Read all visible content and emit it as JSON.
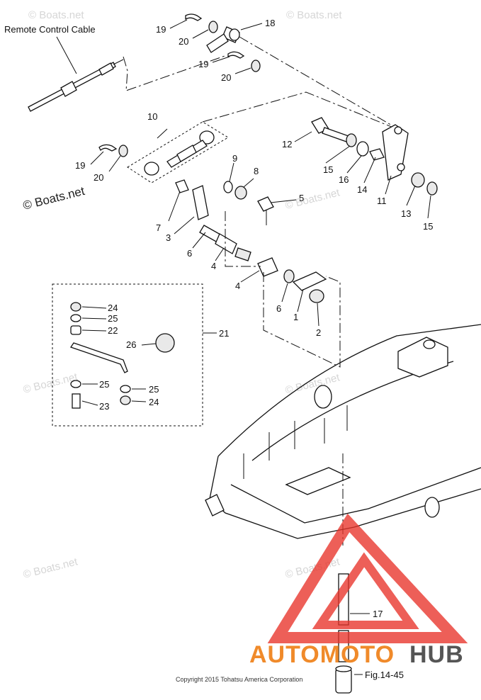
{
  "cable_label": "Remote Control Cable",
  "figure_ref": "Fig.14-45",
  "copyright": "Copyright 2015 Tohatsu America Corporation",
  "watermark": "© Boats.net",
  "brand": {
    "part1": "AUTOMOTO",
    "part2": "HUB",
    "color1": "#f08a2a",
    "color2": "#555555",
    "logo_color": "#e8332a"
  },
  "callouts": {
    "c1": "1",
    "c2": "2",
    "c3": "3",
    "c4a": "4",
    "c4b": "4",
    "c5": "5",
    "c6a": "6",
    "c6b": "6",
    "c7": "7",
    "c8": "8",
    "c9": "9",
    "c10": "10",
    "c11": "11",
    "c12": "12",
    "c13": "13",
    "c14": "14",
    "c15a": "15",
    "c15b": "15",
    "c16": "16",
    "c17": "17",
    "c18": "18",
    "c19a": "19",
    "c19b": "19",
    "c19c": "19",
    "c20a": "20",
    "c20b": "20",
    "c20c": "20",
    "c21": "21",
    "c22": "22",
    "c23": "23",
    "c24a": "24",
    "c24b": "24",
    "c25a": "25",
    "c25b": "25",
    "c25c": "25",
    "c26": "26"
  }
}
